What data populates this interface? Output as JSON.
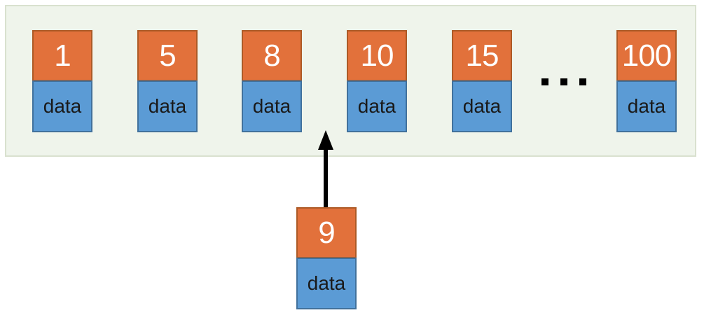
{
  "diagram": {
    "list": {
      "nodes": [
        {
          "key": "1",
          "data": "data"
        },
        {
          "key": "5",
          "data": "data"
        },
        {
          "key": "8",
          "data": "data"
        },
        {
          "key": "10",
          "data": "data"
        },
        {
          "key": "15",
          "data": "data"
        },
        {
          "key": "100",
          "data": "data"
        }
      ],
      "ellipsis": "..."
    },
    "insert_node": {
      "key": "9",
      "data": "data"
    },
    "colors": {
      "key_fill": "#E2713B",
      "key_border": "#AC5A26",
      "key_text": "#FFFFFF",
      "data_fill": "#5B9BD5",
      "data_border": "#41719C",
      "data_text": "#1A1A1A",
      "container_fill": "#EFF4EB",
      "container_border": "#D9E1CF",
      "arrow": "#000000"
    }
  }
}
